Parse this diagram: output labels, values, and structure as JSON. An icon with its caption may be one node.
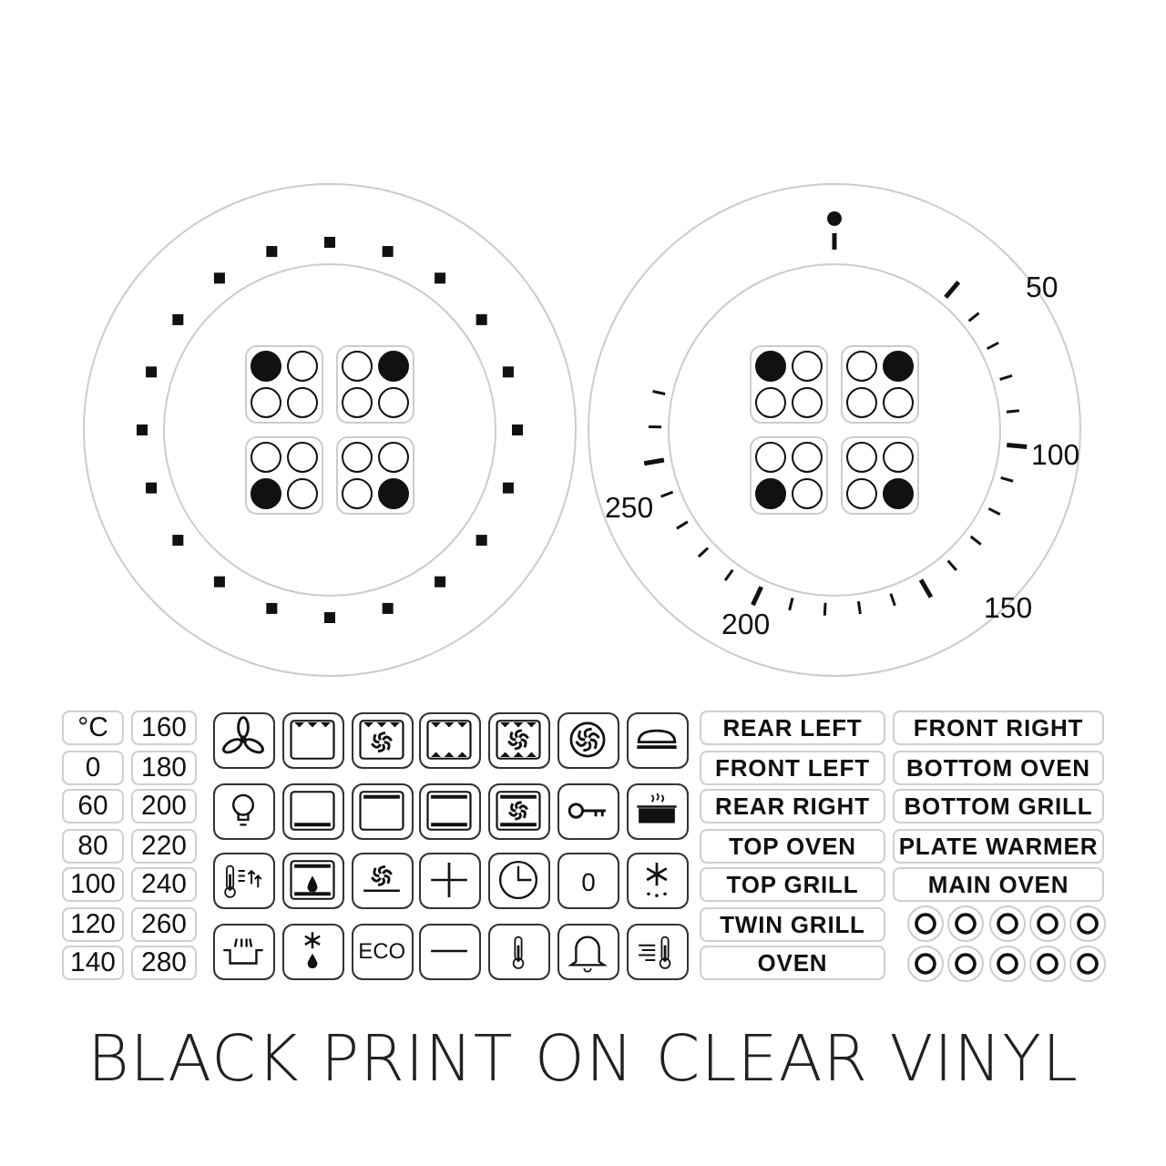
{
  "diagram": {
    "caption": "BLACK PRINT ON CLEAR VINYL",
    "labels": [
      "50",
      "100",
      "250",
      "150",
      "200",
      "°C",
      "160",
      "0",
      "180",
      "60",
      "200",
      "80",
      "220",
      "100",
      "240",
      "120",
      "260",
      "140",
      "280",
      "0",
      "ECO",
      "REAR LEFT",
      "FRONT RIGHT",
      "FRONT LEFT",
      "BOTTOM OVEN",
      "REAR RIGHT",
      "BOTTOM GRILL",
      "TOP OVEN",
      "PLATE WARMER",
      "TOP GRILL",
      "MAIN OVEN",
      "TWIN GRILL",
      "OVEN"
    ]
  }
}
